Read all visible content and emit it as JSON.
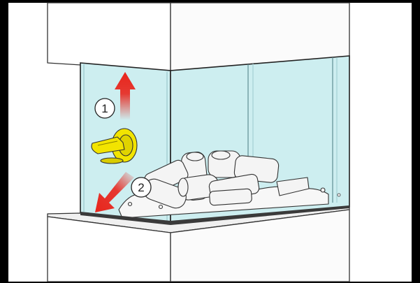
{
  "diagram": {
    "steps": [
      {
        "number": "1",
        "direction": "up"
      },
      {
        "number": "2",
        "direction": "down-left"
      }
    ],
    "colors": {
      "frame": "#000000",
      "canvas": "#ffffff",
      "glass": "#cdeef0",
      "glass_edge": "#222222",
      "arrow": "#e8251c",
      "handle": "#f2e400",
      "logs": "#f4f4f4",
      "wall": "#ffffff",
      "outline": "#333333"
    },
    "parts": [
      "fireplace-wall-upper",
      "fireplace-wall-lower",
      "glass-panel-front",
      "glass-panel-right",
      "suction-cup-handle",
      "ceramic-logs"
    ]
  }
}
